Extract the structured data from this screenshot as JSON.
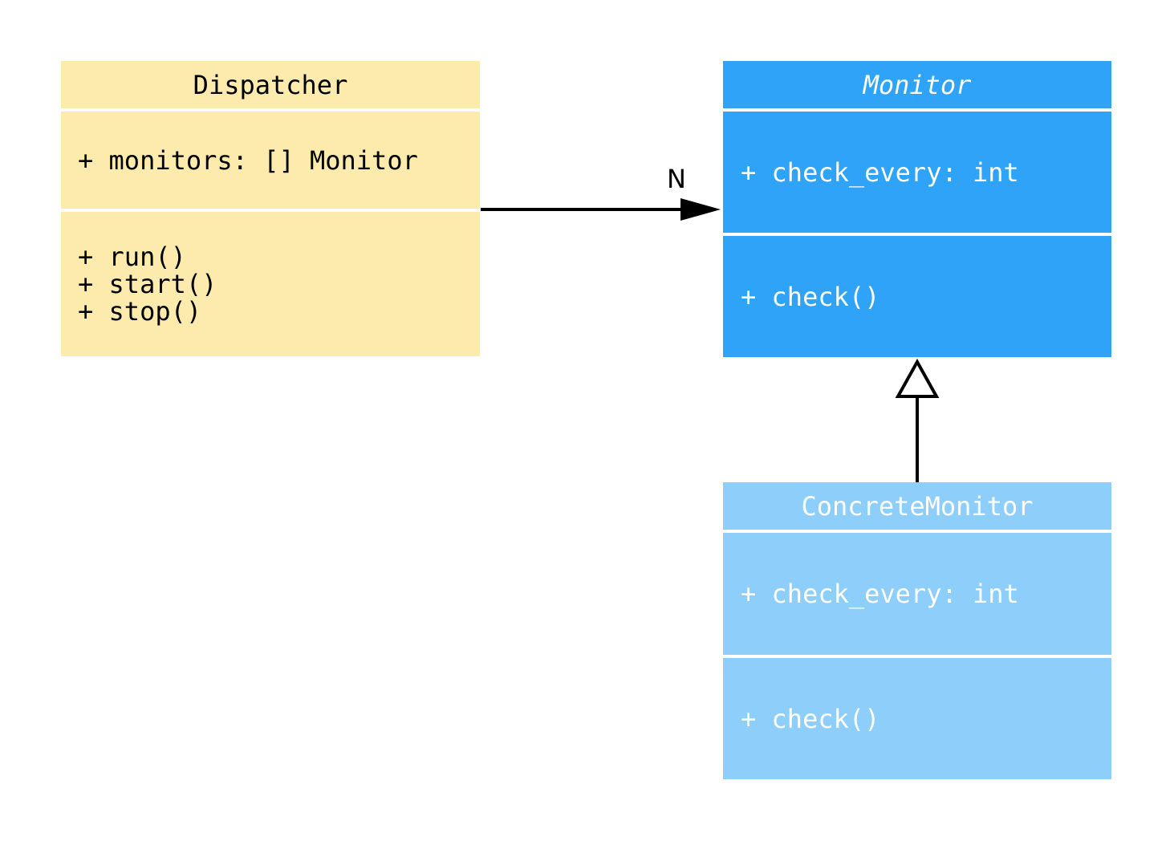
{
  "diagram": {
    "type": "uml-class-diagram",
    "background_color": "#FFFFFF",
    "classes": [
      {
        "name": "Dispatcher",
        "abstract": false,
        "fill_color": "#FCEBAC",
        "text_color": "#000000",
        "attributes": [
          "+ monitors: [] Monitor"
        ],
        "methods": [
          "+ run()",
          "+ start()",
          "+ stop()"
        ]
      },
      {
        "name": "Monitor",
        "abstract": true,
        "fill_color": "#2EA3F8",
        "text_color": "#FFFFFF",
        "attributes": [
          "+ check_every: int"
        ],
        "methods": [
          "+ check()"
        ]
      },
      {
        "name": "ConcreteMonitor",
        "abstract": false,
        "fill_color": "#8DCEFA",
        "text_color": "#FFFFFF",
        "attributes": [
          "+ check_every: int"
        ],
        "methods": [
          "+ check()"
        ]
      }
    ],
    "relations": [
      {
        "type": "association",
        "from": "Dispatcher",
        "to": "Monitor",
        "label": "N",
        "line_color": "#000000"
      },
      {
        "type": "inheritance",
        "from": "ConcreteMonitor",
        "to": "Monitor",
        "label": "",
        "line_color": "#000000"
      }
    ]
  }
}
